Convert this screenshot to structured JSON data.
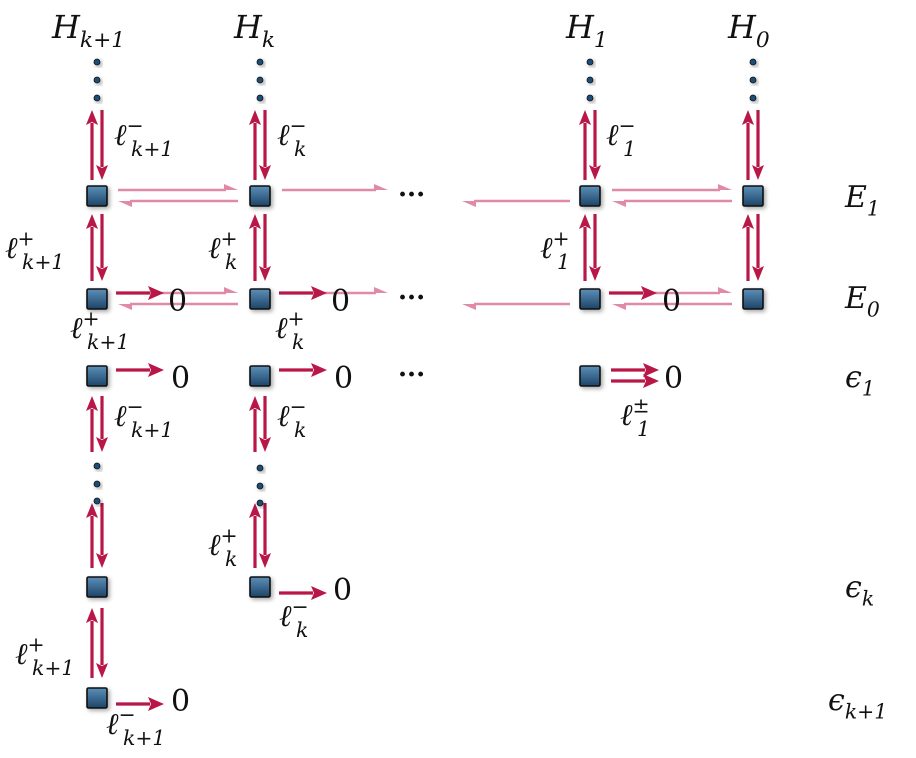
{
  "colors": {
    "arrow_strong": "#b81747",
    "arrow_light": "#e08aa7",
    "node_fill": "#2d5f86",
    "node_stroke": "#111111",
    "dots": "#222222"
  },
  "columns": [
    {
      "id": "hk1",
      "label": {
        "base": "H",
        "sub": "k+1"
      }
    },
    {
      "id": "hk",
      "label": {
        "base": "H",
        "sub": "k"
      }
    },
    {
      "id": "h1",
      "label": {
        "base": "H",
        "sub": "1"
      }
    },
    {
      "id": "h0",
      "label": {
        "base": "H",
        "sub": "0"
      }
    }
  ],
  "row_labels": [
    {
      "id": "E1",
      "base": "E",
      "sub": "1"
    },
    {
      "id": "E0",
      "base": "E",
      "sub": "0"
    },
    {
      "id": "eps1",
      "base": "ϵ",
      "sub": "1"
    },
    {
      "id": "epsk",
      "base": "ϵ",
      "sub": "k"
    },
    {
      "id": "epsk1",
      "base": "ϵ",
      "sub": "k+1"
    }
  ],
  "zero_symbol": "0",
  "ellipsis": "···",
  "ell_labels": [
    {
      "id": "lm-k1-top",
      "base": "ℓ",
      "sup": "−",
      "sub": "k+1"
    },
    {
      "id": "lm-k-top",
      "base": "ℓ",
      "sup": "−",
      "sub": "k"
    },
    {
      "id": "lm-1-top",
      "base": "ℓ",
      "sup": "−",
      "sub": "1"
    },
    {
      "id": "lp-k1-E",
      "base": "ℓ",
      "sup": "+",
      "sub": "k+1"
    },
    {
      "id": "lp-k-E",
      "base": "ℓ",
      "sup": "+",
      "sub": "k"
    },
    {
      "id": "lp-1-E",
      "base": "ℓ",
      "sup": "+",
      "sub": "1"
    },
    {
      "id": "lp-k1-0",
      "base": "ℓ",
      "sup": "+",
      "sub": "k+1"
    },
    {
      "id": "lp-k-0",
      "base": "ℓ",
      "sup": "+",
      "sub": "k"
    },
    {
      "id": "lpm-1",
      "base": "ℓ",
      "sup": "±",
      "sub": "1"
    },
    {
      "id": "lm-k1-mid",
      "base": "ℓ",
      "sup": "−",
      "sub": "k+1"
    },
    {
      "id": "lm-k-mid",
      "base": "ℓ",
      "sup": "−",
      "sub": "k"
    },
    {
      "id": "lp-k-low",
      "base": "ℓ",
      "sup": "+",
      "sub": "k"
    },
    {
      "id": "lm-k-bot",
      "base": "ℓ",
      "sup": "−",
      "sub": "k"
    },
    {
      "id": "lp-k1-low",
      "base": "ℓ",
      "sup": "+",
      "sub": "k+1"
    },
    {
      "id": "lm-k1-bot",
      "base": "ℓ",
      "sup": "−",
      "sub": "k+1"
    }
  ]
}
